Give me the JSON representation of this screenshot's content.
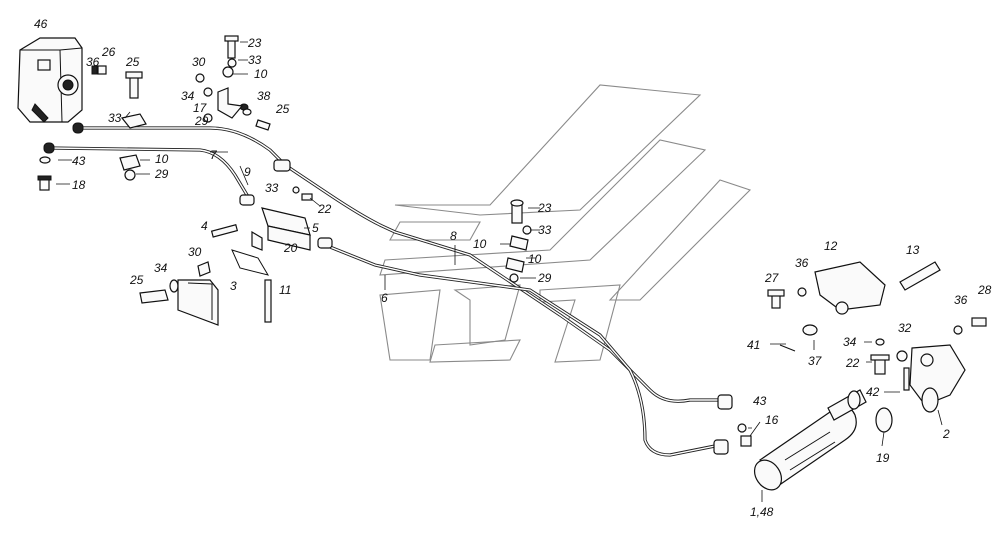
{
  "diagram": {
    "labels": {
      "46": "46",
      "26": "26",
      "36a": "36",
      "25a": "25",
      "33a": "33",
      "30a": "30",
      "23a": "23",
      "33b": "33",
      "10a": "10",
      "34a": "34",
      "38": "38",
      "17": "17",
      "25b": "25",
      "29a": "29",
      "43a": "43",
      "18": "18",
      "7": "7",
      "10b": "10",
      "29b": "29",
      "9": "9",
      "33c": "33",
      "22a": "22",
      "5": "5",
      "20": "20",
      "4": "4",
      "30b": "30",
      "3": "3",
      "34b": "34",
      "25c": "25",
      "11": "11",
      "23b": "23",
      "33d": "33",
      "8": "8",
      "10c": "10",
      "10d": "10",
      "29c": "29",
      "6": "6",
      "12": "12",
      "13": "13",
      "27": "27",
      "36b": "36",
      "36c": "36",
      "28": "28",
      "32": "32",
      "41": "41",
      "37": "37",
      "34c": "34",
      "22b": "22",
      "42": "42",
      "2": "2",
      "19": "19",
      "43b": "43",
      "16": "16",
      "148": "1,48"
    }
  }
}
